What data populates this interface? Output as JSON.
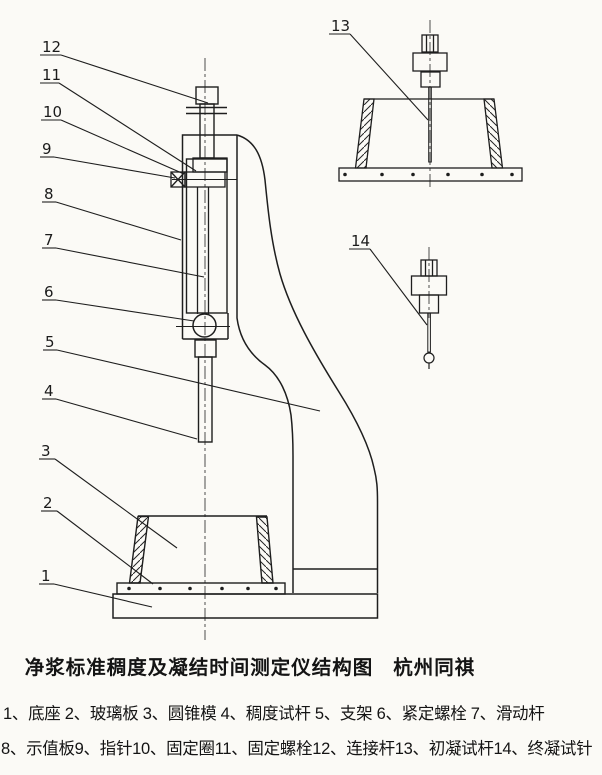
{
  "caption": {
    "title": "净浆标准稠度及凝结时间测定仪结构图",
    "brand": "杭州同祺",
    "legend_line1": "1、底座 2、玻璃板 3、圆锥模 4、稠度试杆 5、支架 6、紧定螺栓 7、滑动杆",
    "legend_line2": "8、示值板9、指针10、固定圈11、固定螺栓12、连接杆13、初凝试杆14、终凝试针"
  },
  "parts": [
    {
      "num": "1",
      "name": "底座"
    },
    {
      "num": "2",
      "name": "玻璃板"
    },
    {
      "num": "3",
      "name": "圆锥模"
    },
    {
      "num": "4",
      "name": "稠度试杆"
    },
    {
      "num": "5",
      "name": "支架"
    },
    {
      "num": "6",
      "name": "紧定螺栓"
    },
    {
      "num": "7",
      "name": "滑动杆"
    },
    {
      "num": "8",
      "name": "示值板"
    },
    {
      "num": "9",
      "name": "指针"
    },
    {
      "num": "10",
      "name": "固定圈"
    },
    {
      "num": "11",
      "name": "固定螺栓"
    },
    {
      "num": "12",
      "name": "连接杆"
    },
    {
      "num": "13",
      "name": "初凝试杆"
    },
    {
      "num": "14",
      "name": "终凝试针"
    }
  ],
  "callouts": {
    "c1": "1",
    "c2": "2",
    "c3": "3",
    "c4": "4",
    "c5": "5",
    "c6": "6",
    "c7": "7",
    "c8": "8",
    "c9": "9",
    "c10": "10",
    "c11": "11",
    "c12": "12",
    "c13": "13",
    "c14": "14"
  },
  "colors": {
    "ink": "#1e1e1e",
    "paper": "#fbfaf6"
  }
}
